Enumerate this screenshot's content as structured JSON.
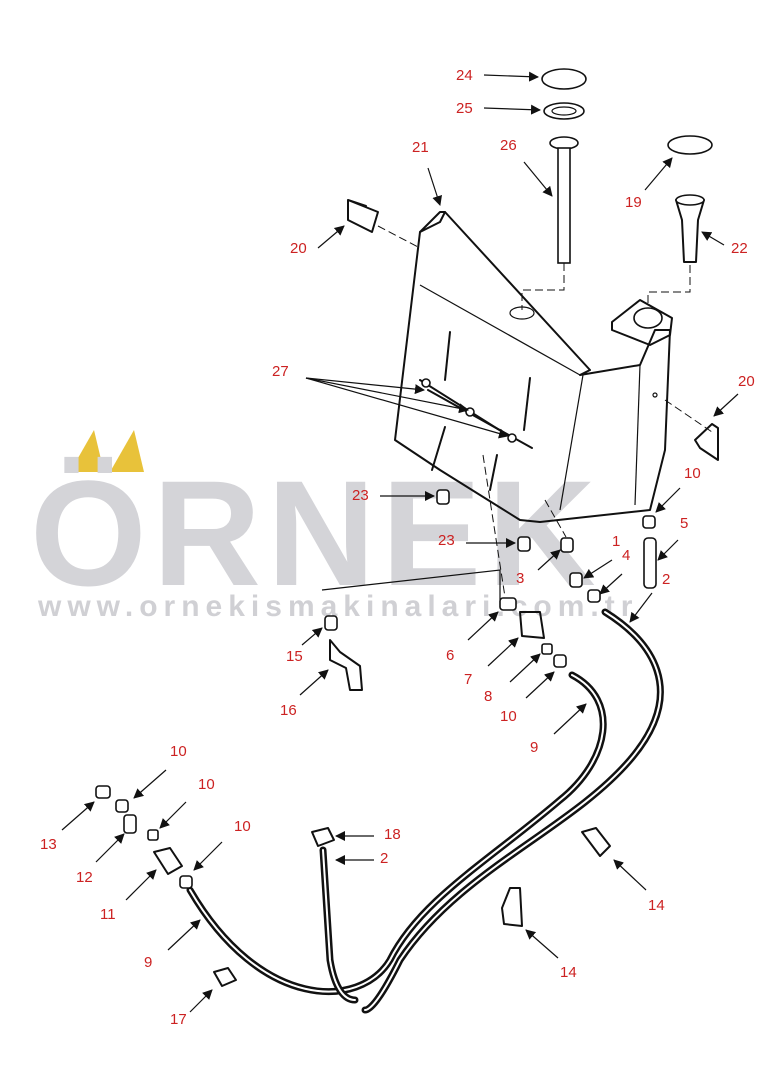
{
  "watermark": {
    "brand": "ÖRNEK",
    "url": "www.ornekismakinalari.com.tr",
    "accent_color": "#e8c23a",
    "text_color": "#d4d4d8"
  },
  "label_color": "#cc2222",
  "callouts": [
    {
      "id": "c24",
      "text": "24"
    },
    {
      "id": "c25",
      "text": "25"
    },
    {
      "id": "c26",
      "text": "26"
    },
    {
      "id": "c21",
      "text": "21"
    },
    {
      "id": "c19",
      "text": "19"
    },
    {
      "id": "c22",
      "text": "22"
    },
    {
      "id": "c20a",
      "text": "20"
    },
    {
      "id": "c20b",
      "text": "20"
    },
    {
      "id": "c27",
      "text": "27"
    },
    {
      "id": "c23a",
      "text": "23"
    },
    {
      "id": "c23b",
      "text": "23"
    },
    {
      "id": "c10a",
      "text": "10"
    },
    {
      "id": "c5",
      "text": "5"
    },
    {
      "id": "c1",
      "text": "1"
    },
    {
      "id": "c4",
      "text": "4"
    },
    {
      "id": "c3",
      "text": "3"
    },
    {
      "id": "c2a",
      "text": "2"
    },
    {
      "id": "c15",
      "text": "15"
    },
    {
      "id": "c6",
      "text": "6"
    },
    {
      "id": "c7",
      "text": "7"
    },
    {
      "id": "c8",
      "text": "8"
    },
    {
      "id": "c10b",
      "text": "10"
    },
    {
      "id": "c16",
      "text": "16"
    },
    {
      "id": "c9a",
      "text": "9"
    },
    {
      "id": "c10c",
      "text": "10"
    },
    {
      "id": "c10d",
      "text": "10"
    },
    {
      "id": "c10e",
      "text": "10"
    },
    {
      "id": "c13",
      "text": "13"
    },
    {
      "id": "c12",
      "text": "12"
    },
    {
      "id": "c11",
      "text": "11"
    },
    {
      "id": "c18",
      "text": "18"
    },
    {
      "id": "c2b",
      "text": "2"
    },
    {
      "id": "c14a",
      "text": "14"
    },
    {
      "id": "c9b",
      "text": "9"
    },
    {
      "id": "c14b",
      "text": "14"
    },
    {
      "id": "c17",
      "text": "17"
    }
  ]
}
